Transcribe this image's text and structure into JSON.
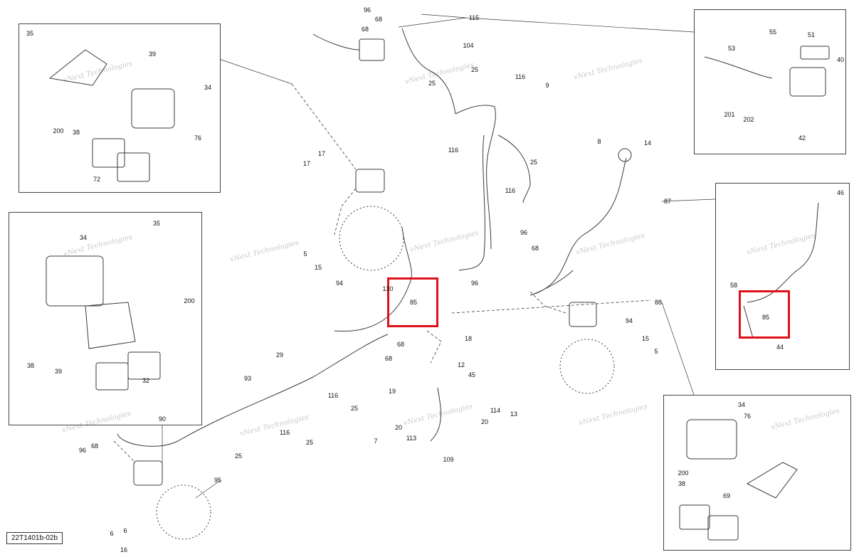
{
  "document_id": "22T1401b-02b",
  "watermark_text": "vNext Technologies",
  "highlight_color": "#e0101a",
  "line_color": "#3a3a3a",
  "callouts": [
    "96",
    "68",
    "115",
    "68",
    "104",
    "25",
    "25",
    "116",
    "9",
    "116",
    "25",
    "116",
    "88",
    "17",
    "17",
    "5",
    "15",
    "94",
    "130",
    "85",
    "68",
    "68",
    "96",
    "96",
    "68",
    "18",
    "12",
    "45",
    "19",
    "114",
    "13",
    "20",
    "20",
    "113",
    "109",
    "7",
    "29",
    "93",
    "116",
    "25",
    "25",
    "116",
    "90",
    "96",
    "68",
    "25",
    "95",
    "6",
    "6",
    "16",
    "87",
    "8",
    "14",
    "94",
    "15",
    "5",
    "35",
    "39",
    "34",
    "200",
    "38",
    "76",
    "72",
    "34",
    "35",
    "200",
    "38",
    "39",
    "32",
    "55",
    "51",
    "53",
    "40",
    "201",
    "202",
    "42",
    "46",
    "58",
    "85",
    "44",
    "34",
    "76",
    "200",
    "38",
    "69"
  ]
}
